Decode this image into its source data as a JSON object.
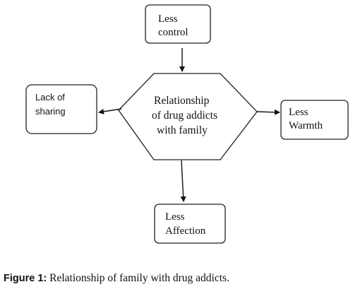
{
  "diagram": {
    "center": {
      "lines": [
        "Relationship",
        "of drug addicts",
        "with family"
      ]
    },
    "nodes": {
      "top": {
        "lines": [
          "Less",
          "control"
        ]
      },
      "left": {
        "lines": [
          "Lack of",
          "sharing"
        ]
      },
      "right": {
        "lines": [
          "Less",
          "Warmth"
        ]
      },
      "bottom": {
        "lines": [
          "Less",
          "Affection"
        ]
      }
    }
  },
  "caption": {
    "label": "Figure 1:",
    "text": " Relationship of family with drug addicts."
  }
}
